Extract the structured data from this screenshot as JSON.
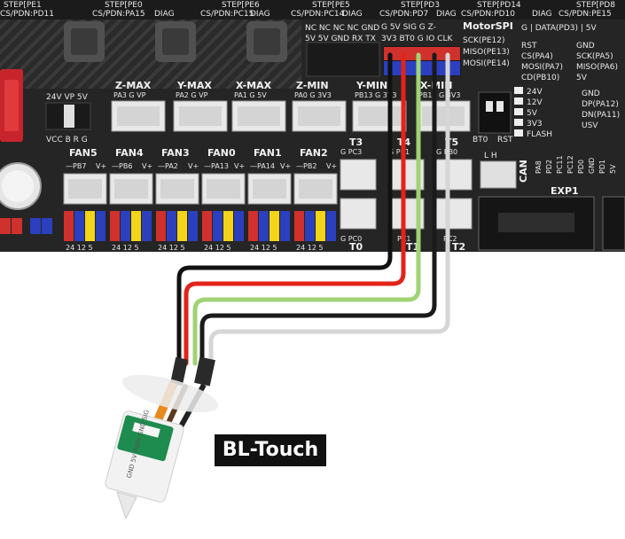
{
  "title": "BL-Touch",
  "colors": {
    "board": "#252525",
    "wire_brown": "#111111",
    "wire_red": "#e2231a",
    "wire_yellow": "#b2e08a",
    "wire_black": "#1a1a1a",
    "wire_white": "#d6d6d6",
    "jumper_red": "#d0312d",
    "jumper_blue": "#2b3fbf",
    "jumper_yellow": "#f2d518"
  },
  "top_labels": [
    {
      "text": "STEP[PE1"
    },
    {
      "text": "CS/PDN:PD11"
    },
    {
      "text": "STEP[PE0"
    },
    {
      "text": "CS/PDN:PA15"
    },
    {
      "text": "DIAG"
    },
    {
      "text": "STEP[PE6"
    },
    {
      "text": "CS/PDN:PC15"
    },
    {
      "text": "DIAG"
    },
    {
      "text": "STEP[PE5"
    },
    {
      "text": "CS/PDN:PC14"
    },
    {
      "text": "DIAG"
    },
    {
      "text": "STEP[PD3"
    },
    {
      "text": "CS/PDN:PD7"
    },
    {
      "text": "DIAG"
    },
    {
      "text": "STEP[PD14"
    },
    {
      "text": "CS/PDN:PD10"
    },
    {
      "text": "DIAG"
    },
    {
      "text": "STEP[PD8"
    },
    {
      "text": "CS/PDN:PE15"
    }
  ],
  "connectors": [
    {
      "name": "Z-MAX",
      "pins": "PA3  G  VP"
    },
    {
      "name": "Y-MAX",
      "pins": "PA2  G  VP"
    },
    {
      "name": "X-MAX",
      "pins": "PA1  G  5V"
    },
    {
      "name": "Z-MIN",
      "pins": "PA0  G  3V3"
    },
    {
      "name": "Y-MIN",
      "pins": "PB13 G  3V3"
    },
    {
      "name": "X-MIN",
      "pins": "PB14 G  3V3"
    }
  ],
  "fans": [
    {
      "name": "FAN5",
      "pin": "PB7"
    },
    {
      "name": "FAN4",
      "pin": "PB6"
    },
    {
      "name": "FAN3",
      "pin": "PA2"
    },
    {
      "name": "FAN0",
      "pin": "PA13"
    },
    {
      "name": "FAN1",
      "pin": "PA14"
    },
    {
      "name": "FAN2",
      "pin": "PB2"
    }
  ],
  "fan_volts": "24  12   5",
  "fan_pin_labels": "V+",
  "header_top": "NC NC NC NC GND",
  "header_bottom": "5V 5V GND RX TX",
  "bltouch_header_top": "G  5V  SIG  G  Z-",
  "bltouch_header_bottom": "3V3 BT0 G  IO  CLK",
  "motorspi": {
    "title": "MotorSPI",
    "sck": "SCK(PE12)",
    "miso": "MISO(PE13)",
    "mosi": "MOSI(PE14)"
  },
  "exp": {
    "data": "G | DATA(PD3) | 5V",
    "rst": "RST",
    "gnd": "GND",
    "cs": "CS(PA4)",
    "sck": "SCK(PA5)",
    "mosi": "MOSI(PA7)",
    "miso": "MISO(PA6)",
    "cd": "CD(PB10)",
    "fivev": "5V",
    "name": "EXP1"
  },
  "power_sel": [
    "24V",
    "12V",
    "5V",
    "3V3",
    "FLASH"
  ],
  "usb": [
    "GND",
    "DP(PA12)",
    "DN(PA11)",
    "USV"
  ],
  "vsel": "24V  VP  5V",
  "vcc_row": "VCC  B  R  G",
  "thermistors": [
    {
      "name": "T3",
      "pins": "G  PC3"
    },
    {
      "name": "T4",
      "pins": "G  PB1"
    },
    {
      "name": "T5",
      "pins": "G  PB0"
    },
    {
      "name": "T0",
      "pins": "G  PC0"
    },
    {
      "name": "T1",
      "pins": "PC1"
    },
    {
      "name": "T2",
      "pins": "PC2"
    }
  ],
  "bt0": "BT0",
  "rst": "RST",
  "can": "CAN",
  "can_pins": "L  H",
  "right_col": [
    "PA8",
    "PD2",
    "PC11",
    "PC12",
    "PD0",
    "GND",
    "PD1",
    "5V"
  ],
  "probe_pins": "GND 5V PWM GND SIG"
}
